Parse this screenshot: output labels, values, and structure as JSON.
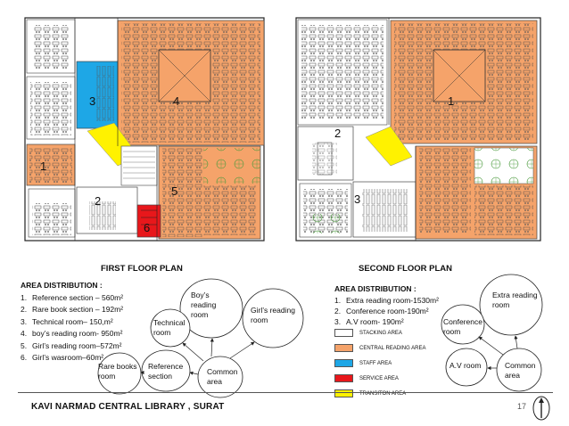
{
  "colors": {
    "stacking": "#ffffff",
    "central_reading": "#f5a36a",
    "staff": "#1ea7e6",
    "service": "#e8171b",
    "transition": "#fff200",
    "line": "#222222"
  },
  "first_floor": {
    "caption": "FIRST FLOOR PLAN",
    "room_numbers": [
      "1",
      "2",
      "3",
      "4",
      "5",
      "6"
    ],
    "area_title": "AREA DISTRIBUTION :",
    "areas": [
      {
        "num": "1.",
        "text": "Reference section – 560m²"
      },
      {
        "num": "2.",
        "text": "Rare book section – 192m²"
      },
      {
        "num": "3.",
        "text": "Technical room– 150,m²"
      },
      {
        "num": "4.",
        "text": "boy’s reading room- 950m²"
      },
      {
        "num": "5.",
        "text": "Girl’s reading room–572m²"
      },
      {
        "num": "6.",
        "text": "Girl’s wasroom–60m²"
      }
    ],
    "bubbles": {
      "boys": "Boy’s reading room",
      "girls": "Girl’s reading room",
      "technical": "Technical room",
      "rare": "Rare books room",
      "reference": "Reference section",
      "common": "Common area"
    }
  },
  "second_floor": {
    "caption": "SECOND FLOOR PLAN",
    "room_numbers": [
      "1",
      "2",
      "3"
    ],
    "area_title": "AREA DISTRIBUTION :",
    "areas": [
      {
        "num": "1.",
        "text": "Extra reading room-1530m²"
      },
      {
        "num": "2.",
        "text": "Conference room-190m²"
      },
      {
        "num": "3.",
        "text": "A.V room- 190m²"
      }
    ],
    "bubbles": {
      "extra": "Extra reading room",
      "conference": "Conference room",
      "av": "A.V room",
      "common": "Common area"
    }
  },
  "legend": [
    {
      "label": "STACKING AREA",
      "color": "#ffffff"
    },
    {
      "label": "CENTRAL READING AREA",
      "color": "#f5a36a"
    },
    {
      "label": "STAFF AREA",
      "color": "#1ea7e6"
    },
    {
      "label": "SERVICE AREA",
      "color": "#e8171b"
    },
    {
      "label": "TRANSITON AREA",
      "color": "#fff200"
    }
  ],
  "footer": {
    "title": "KAVI NARMAD CENTRAL LIBRARY , SURAT",
    "page": "17"
  }
}
